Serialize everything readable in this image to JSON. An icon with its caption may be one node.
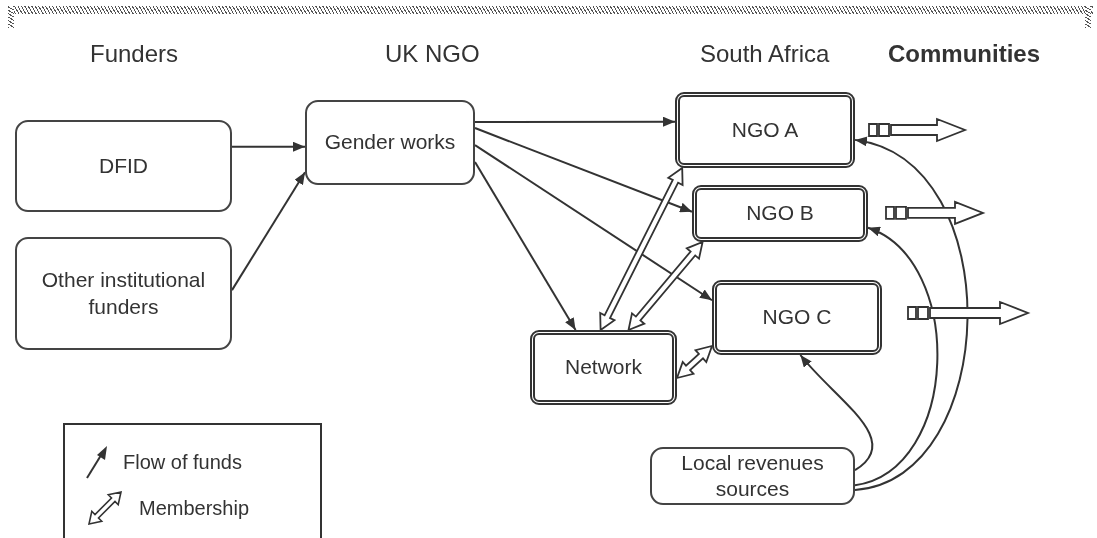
{
  "diagram": {
    "nodes": [
      {
        "text": [
          "DFID"
        ]
      },
      {
        "text": [
          "Other institutional funders"
        ]
      },
      {
        "text": [
          "Gender works"
        ]
      },
      {
        "text": [
          "NGO A"
        ]
      },
      {
        "text": [
          "NGO B"
        ]
      },
      {
        "text": [
          "NGO C"
        ]
      },
      {
        "text": [
          "Network"
        ]
      },
      {
        "text": [
          "Local revenues sources"
        ]
      }
    ],
    "edges": [
      {
        "from": 0,
        "to": 2,
        "arrow": "to"
      },
      {
        "from": 1,
        "to": 2,
        "arrow": "to"
      },
      {
        "from": 2,
        "to": 3,
        "arrow": "to"
      },
      {
        "from": 2,
        "to": 4,
        "arrow": "to"
      },
      {
        "from": 2,
        "to": 5,
        "arrow": "to"
      },
      {
        "from": 2,
        "to": 6,
        "arrow": "to"
      },
      {
        "from": 7,
        "to": 3,
        "arrow": "to"
      },
      {
        "from": 7,
        "to": 4,
        "arrow": "to"
      },
      {
        "from": 7,
        "to": 5,
        "arrow": "to"
      },
      {
        "from": 6,
        "to": 3,
        "arrow": "both",
        "style": "thick"
      },
      {
        "from": 6,
        "to": 4,
        "arrow": "both",
        "style": "thick"
      },
      {
        "from": 6,
        "to": 5,
        "arrow": "both",
        "style": "thick"
      },
      {
        "from": 3,
        "to": null,
        "arrow": "to",
        "style": "thick"
      },
      {
        "from": 4,
        "to": null,
        "arrow": "to",
        "style": "thick"
      },
      {
        "from": 5,
        "to": null,
        "arrow": "to",
        "style": "thick"
      }
    ],
    "labels": [
      "Funders",
      "UK NGO",
      "South Africa",
      "Communities"
    ],
    "legend": [
      {
        "text": "Flow of funds"
      },
      {
        "text": "Membership"
      }
    ]
  }
}
